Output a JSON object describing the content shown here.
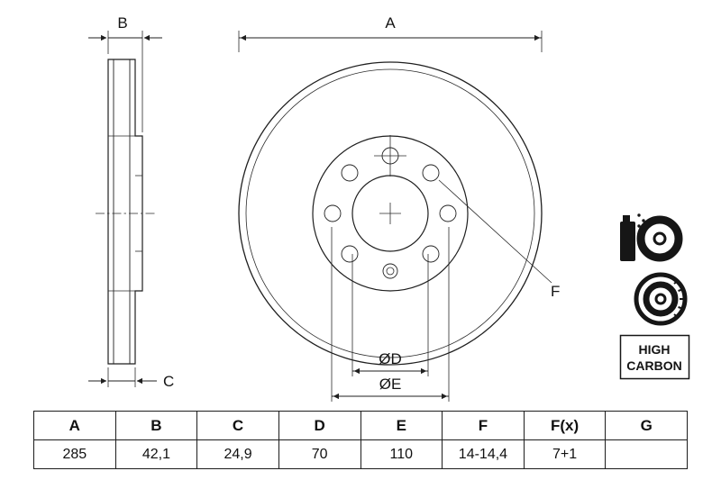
{
  "drawing": {
    "dim_a_label": "A",
    "dim_b_label": "B",
    "dim_c_label": "C",
    "dim_d_label": "ØD",
    "dim_e_label": "ØE",
    "dim_f_label": "F"
  },
  "badge": {
    "line1": "HIGH",
    "line2": "CARBON"
  },
  "icons": {
    "coated": "spray-can-coated-disc-icon",
    "disc": "brake-disc-icon"
  },
  "table": {
    "headers": [
      "A",
      "B",
      "C",
      "D",
      "E",
      "F",
      "F(x)",
      "G"
    ],
    "values": [
      "285",
      "42,1",
      "24,9",
      "70",
      "110",
      "14-14,4",
      "7+1",
      ""
    ]
  },
  "colors": {
    "line": "#1f1f1f",
    "background": "#ffffff"
  }
}
